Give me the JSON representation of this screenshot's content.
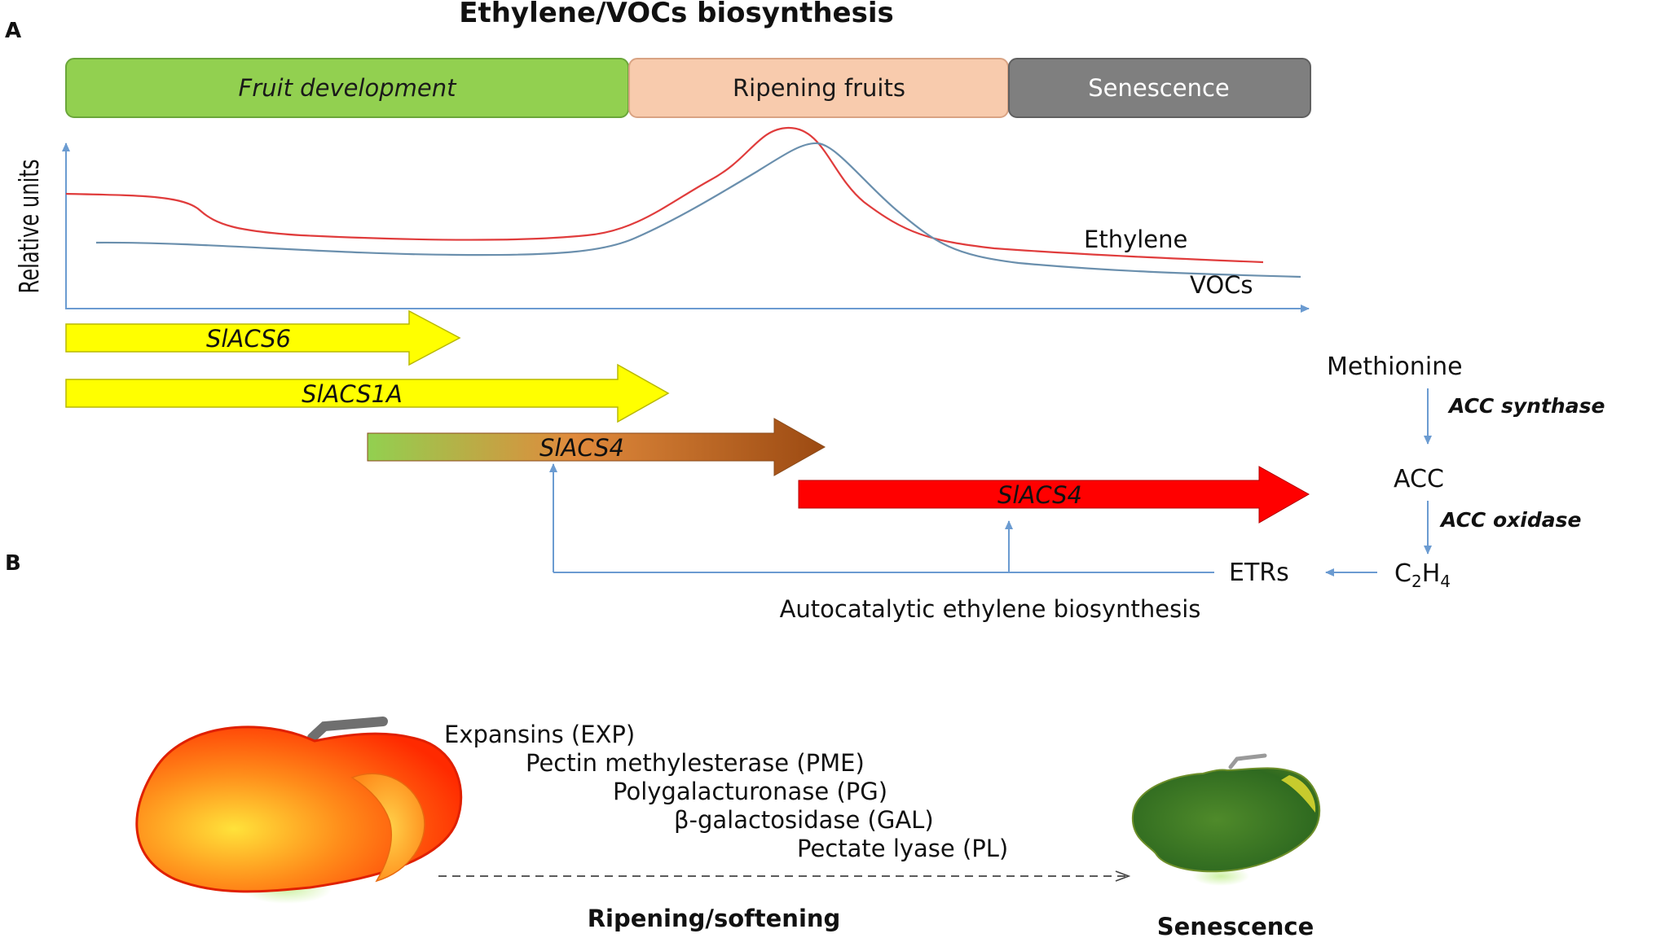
{
  "panel_a": {
    "label": "A",
    "title": "Ethylene/VOCs biosynthesis",
    "stages": [
      "Fruit development",
      "Ripening fruits",
      "Senescence"
    ],
    "y_axis_label": "Relative units",
    "curve_labels": {
      "ethylene": "Ethylene",
      "vocs": "VOCs"
    },
    "gene_arrows": [
      "SlACS6",
      "SlACS1A",
      "SlACS4",
      "SlACS4"
    ],
    "pathway": {
      "methionine": "Methionine",
      "acc_synthase": "ACC synthase",
      "acc": "ACC",
      "acc_oxidase": "ACC oxidase",
      "c2h4": {
        "base": "C",
        "sub1": "2",
        "mid": "H",
        "sub2": "4"
      },
      "etrs": "ETRs"
    },
    "autocatalytic_label": "Autocatalytic ethylene biosynthesis"
  },
  "panel_b": {
    "label": "B",
    "enzymes": [
      "Expansins (EXP)",
      "Pectin methylesterase (PME)",
      "Polygalacturonase (PG)",
      "β-galactosidase  (GAL)",
      "Pectate lyase (PL)"
    ],
    "ripening_label": "Ripening/softening",
    "senescence_label": "Senescence"
  },
  "colors": {
    "fruit_development": "#92d050",
    "ripening": "#f8cbad",
    "senescence": "#7f7f7f",
    "ethylene_curve": "#e03c3c",
    "vocs_curve": "#6a8fad",
    "axis": "#6b9bd1",
    "gene_yellow": "#ffff00",
    "gene_red": "#ff0000"
  }
}
